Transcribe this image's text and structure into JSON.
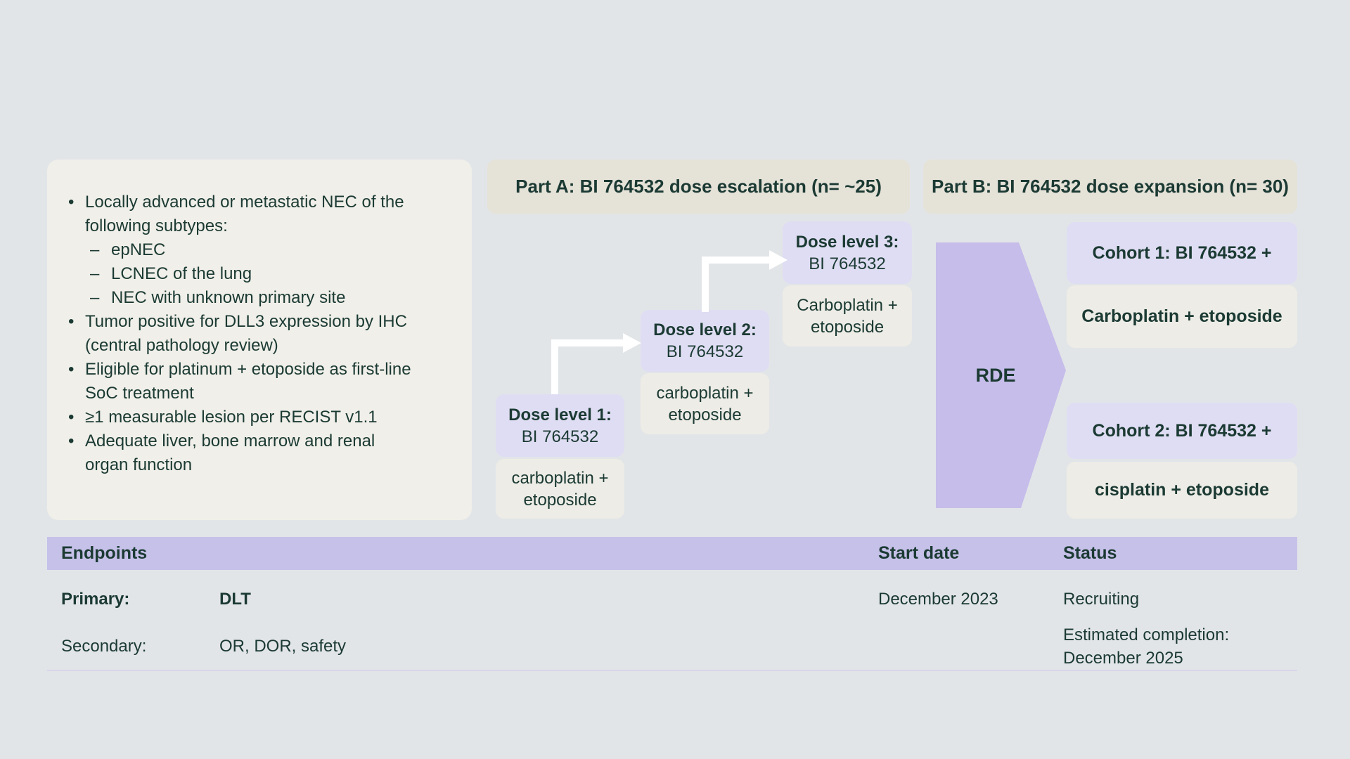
{
  "colors": {
    "background": "#e2e5e8",
    "criteria_box": "#f0efe9",
    "part_header_box": "#e5e2d8",
    "dose_box_purple": "#dfddf3",
    "chemo_box_beige": "#edece6",
    "chevron_purple": "#c6bdea",
    "table_header_purple": "#c6c1e9",
    "divider": "#d8d6ea",
    "text_dark_green": "#1b3a33",
    "arrow_white": "#ffffff"
  },
  "glyphs": {
    "bullet": "•",
    "dash": "–"
  },
  "criteria": {
    "items": [
      {
        "level": 1,
        "text": "Locally advanced or metastatic NEC of the\nfollowing subtypes:"
      },
      {
        "level": 2,
        "text": "epNEC"
      },
      {
        "level": 2,
        "text": "LCNEC of the lung"
      },
      {
        "level": 2,
        "text": "NEC with unknown primary site"
      },
      {
        "level": 1,
        "text": "Tumor positive for DLL3 expression by IHC\n(central pathology review)"
      },
      {
        "level": 1,
        "text": "Eligible for platinum + etoposide as first-line\nSoC treatment"
      },
      {
        "level": 1,
        "text": "≥1 measurable lesion per RECIST v1.1"
      },
      {
        "level": 1,
        "text": "Adequate liver, bone marrow and renal\norgan function"
      }
    ]
  },
  "part_a": {
    "title": "Part A: BI 764532 dose escalation (n= ~25)",
    "dose_levels": [
      {
        "title": "Dose level 1:",
        "drug": "BI 764532",
        "chemo": "carboplatin +\netoposide"
      },
      {
        "title": "Dose level 2:",
        "drug": "BI 764532",
        "chemo": "carboplatin +\netoposide"
      },
      {
        "title": "Dose level 3:",
        "drug": "BI 764532",
        "chemo": "Carboplatin +\netoposide"
      }
    ]
  },
  "rde": {
    "label": "RDE"
  },
  "part_b": {
    "title": "Part B: BI 764532 dose expansion (n= 30)",
    "cohorts": [
      {
        "title": "Cohort 1: BI 764532 +",
        "chemo": "Carboplatin + etoposide"
      },
      {
        "title": "Cohort 2: BI 764532 +",
        "chemo": "cisplatin + etoposide"
      }
    ]
  },
  "table": {
    "headers": {
      "endpoints": "Endpoints",
      "start_date": "Start date",
      "status": "Status"
    },
    "rows": [
      {
        "label": "Primary:",
        "value": "DLT",
        "start_date": "December 2023",
        "status": "Recruiting"
      },
      {
        "label": "Secondary:",
        "value": "OR, DOR, safety",
        "start_date": "",
        "status": "Estimated completion:\nDecember 2025"
      }
    ]
  }
}
